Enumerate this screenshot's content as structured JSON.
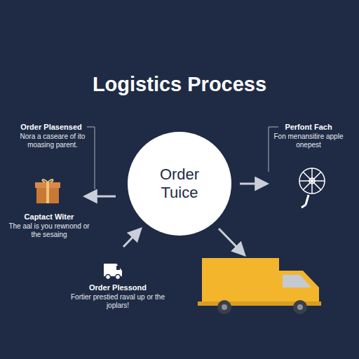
{
  "diagram": {
    "title": "Logistics Process",
    "nodes": [
      {
        "text": [
          "Order Tuice"
        ]
      }
    ],
    "labels": [
      "Order Plasensed",
      "Nora a caseare of ito moasing parent.",
      "Captact Witer",
      "The aal is you rewnond or the sesaing",
      "Perfont Fach",
      "Fon menansitire apple onepest",
      "Order Plessond",
      "Fortier prestied raval up or the joplars!"
    ]
  }
}
